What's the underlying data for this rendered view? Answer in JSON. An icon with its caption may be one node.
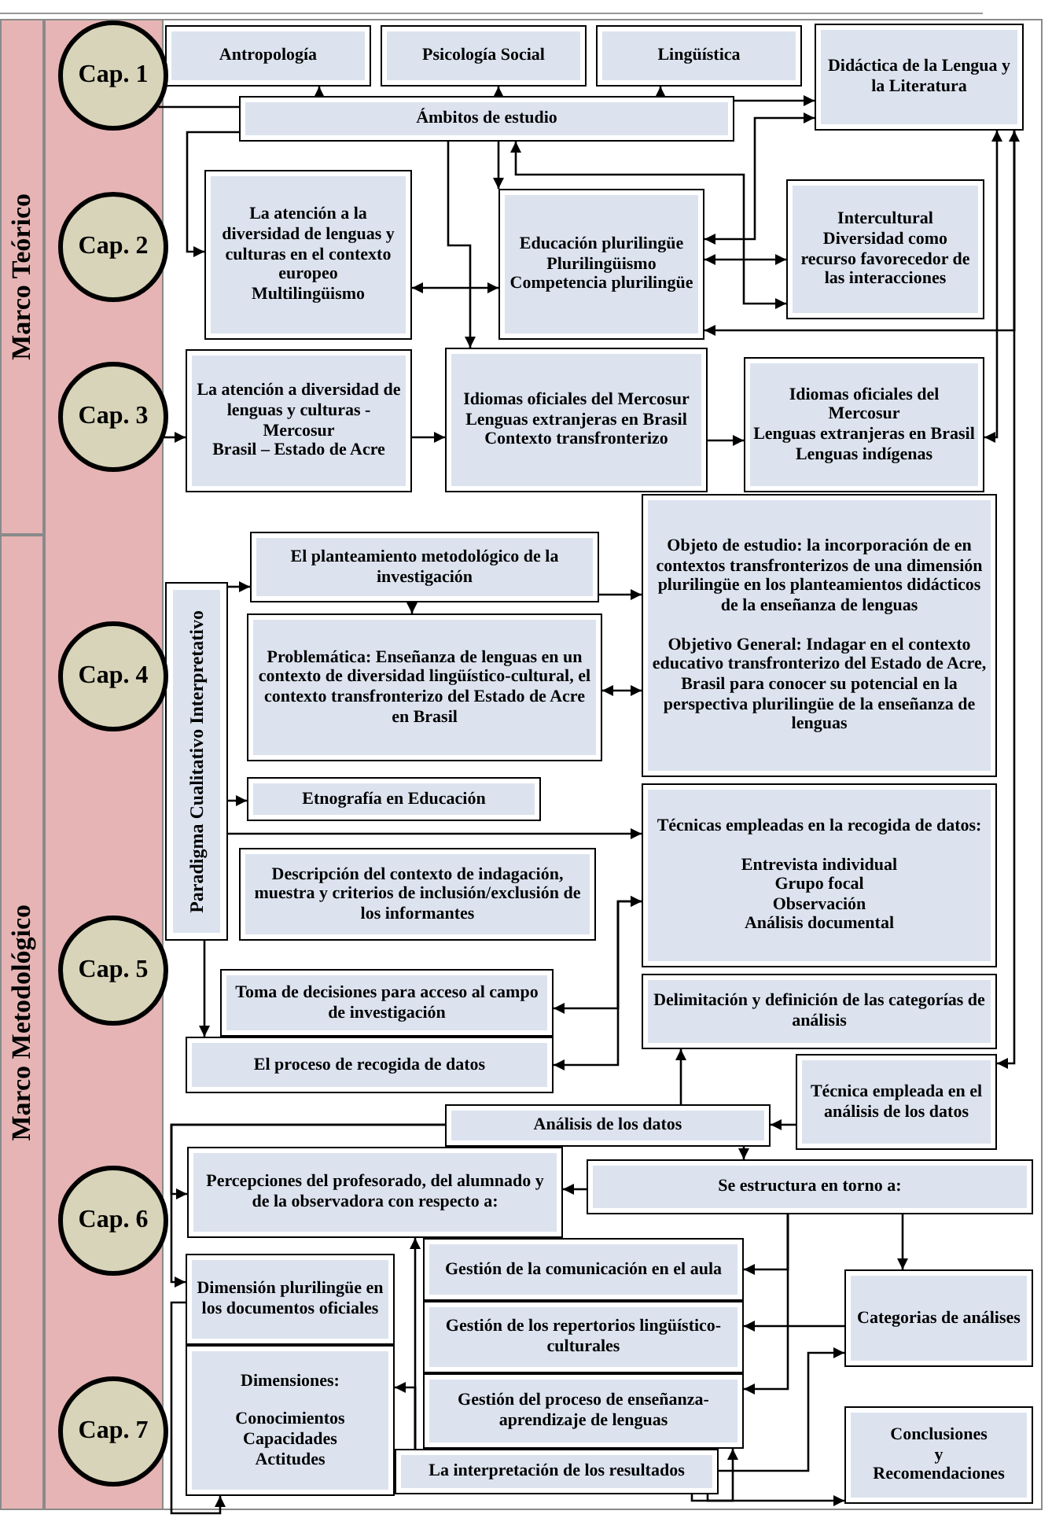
{
  "diagram": {
    "nodes": [
      {
        "text": [
          "Marco Teórico"
        ]
      },
      {
        "text": [
          "Marco Metodológico"
        ]
      },
      {
        "text": [
          "Cap. 1"
        ]
      },
      {
        "text": [
          "Cap. 2"
        ]
      },
      {
        "text": [
          "Cap. 3"
        ]
      },
      {
        "text": [
          "Cap. 4"
        ]
      },
      {
        "text": [
          "Cap. 5"
        ]
      },
      {
        "text": [
          "Cap. 6"
        ]
      },
      {
        "text": [
          "Cap. 7"
        ]
      },
      {
        "text": [
          "Antropología"
        ]
      },
      {
        "text": [
          "Psicología Social"
        ]
      },
      {
        "text": [
          "Lingüística"
        ]
      },
      {
        "text": [
          "Didáctica de la Lengua y la Literatura"
        ]
      },
      {
        "text": [
          "Ámbitos de estudio"
        ]
      },
      {
        "text": [
          "La atención a la diversidad de lenguas y culturas en el contexto europeo",
          "Multilingüismo"
        ]
      },
      {
        "text": [
          "Educación plurilingüe",
          "Plurilingüismo",
          "Competencia plurilingüe"
        ]
      },
      {
        "text": [
          "Intercultural",
          "Diversidad como recurso favorecedor de las interacciones"
        ]
      },
      {
        "text": [
          "La atención a diversidad de lenguas y culturas - Mercosur",
          "Brasil – Estado de Acre"
        ]
      },
      {
        "text": [
          "Idiomas oficiales del Mercosur",
          "Lenguas extranjeras en Brasil",
          "Contexto transfronterizo"
        ]
      },
      {
        "text": [
          "Idiomas oficiales del Mercosur",
          "Lenguas extranjeras en Brasil",
          "Lenguas indígenas"
        ]
      },
      {
        "text": [
          "Paradigma Cualitativo Interpretativo"
        ]
      },
      {
        "text": [
          "El planteamiento metodológico de la investigación"
        ]
      },
      {
        "text": [
          "Objeto de estudio: la incorporación de en contextos transfronterizos de una dimensión plurilingüe en los planteamientos didácticos de la enseñanza de lenguas",
          "Objetivo General: Indagar en el contexto educativo transfronterizo del Estado de Acre, Brasil para conocer su potencial en la perspectiva plurilingüe de la enseñanza de lenguas"
        ]
      },
      {
        "text": [
          "Problemática: Enseñanza de lenguas en un contexto de diversidad lingüístico-cultural, el contexto transfronterizo del Estado de Acre en Brasil"
        ]
      },
      {
        "text": [
          "Etnografía en Educación"
        ]
      },
      {
        "text": [
          "Técnicas empleadas en la recogida de datos:",
          "Entrevista individual",
          "Grupo focal",
          "Observación",
          "Análisis documental"
        ]
      },
      {
        "text": [
          "Descripción del contexto de indagación, muestra y criterios de inclusión/exclusión de los informantes"
        ]
      },
      {
        "text": [
          "Toma de decisiones para acceso al campo de investigación"
        ]
      },
      {
        "text": [
          "Delimitación y definición de las categorías de análisis"
        ]
      },
      {
        "text": [
          "El proceso de recogida de datos"
        ]
      },
      {
        "text": [
          "Técnica empleada en el análisis de los datos"
        ]
      },
      {
        "text": [
          "Análisis de los datos"
        ]
      },
      {
        "text": [
          "Percepciones del profesorado, del alumnado y de la observadora con respecto a:"
        ]
      },
      {
        "text": [
          "Se estructura en torno a:"
        ]
      },
      {
        "text": [
          "Dimensión plurilingüe en los documentos oficiales"
        ]
      },
      {
        "text": [
          "Gestión de la comunicación en el aula"
        ]
      },
      {
        "text": [
          "Categorias de análises"
        ]
      },
      {
        "text": [
          "Gestión de los repertorios lingüístico-culturales"
        ]
      },
      {
        "text": [
          "Dimensiones:",
          "Conocimientos",
          "Capacidades",
          "Actitudes"
        ]
      },
      {
        "text": [
          "Gestión del proceso de enseñanza-aprendizaje de lenguas"
        ]
      },
      {
        "text": [
          "Conclusiones",
          "y",
          "Recomendaciones"
        ]
      },
      {
        "text": [
          "La interpretación de los resultados"
        ]
      }
    ],
    "edges": [
      {
        "from": 13,
        "to": 9,
        "arrow": "to"
      },
      {
        "from": 13,
        "to": 10,
        "arrow": "to"
      },
      {
        "from": 13,
        "to": 11,
        "arrow": "to"
      },
      {
        "from": 13,
        "to": 12,
        "arrow": "to"
      },
      {
        "from": 2,
        "to": 13,
        "arrow": "none"
      },
      {
        "from": 13,
        "to": 14,
        "arrow": "to"
      },
      {
        "from": 13,
        "to": 15,
        "arrow": "to"
      },
      {
        "from": 13,
        "to": 16,
        "arrow": "both"
      },
      {
        "from": 13,
        "to": 18,
        "arrow": "to"
      },
      {
        "from": 15,
        "to": 12,
        "arrow": "both"
      },
      {
        "from": 15,
        "to": 16,
        "arrow": "both"
      },
      {
        "from": 14,
        "to": 15,
        "arrow": "both"
      },
      {
        "from": 12,
        "to": 15,
        "arrow": "to"
      },
      {
        "from": 19,
        "to": 12,
        "arrow": "both"
      },
      {
        "from": 30,
        "to": 12,
        "arrow": "both"
      },
      {
        "from": 4,
        "to": 17,
        "arrow": "to"
      },
      {
        "from": 17,
        "to": 18,
        "arrow": "to"
      },
      {
        "from": 18,
        "to": 19,
        "arrow": "to"
      },
      {
        "from": 20,
        "to": 21,
        "arrow": "to"
      },
      {
        "from": 20,
        "to": 24,
        "arrow": "to"
      },
      {
        "from": 20,
        "to": 25,
        "arrow": "to"
      },
      {
        "from": 21,
        "to": 23,
        "arrow": "to"
      },
      {
        "from": 21,
        "to": 22,
        "arrow": "to"
      },
      {
        "from": 23,
        "to": 22,
        "arrow": "both"
      },
      {
        "from": 20,
        "to": 29,
        "arrow": "to"
      },
      {
        "from": 25,
        "to": 27,
        "arrow": "both"
      },
      {
        "from": 25,
        "to": 29,
        "arrow": "both"
      },
      {
        "from": 31,
        "to": 28,
        "arrow": "to"
      },
      {
        "from": 30,
        "to": 31,
        "arrow": "to"
      },
      {
        "from": 31,
        "to": 33,
        "arrow": "to"
      },
      {
        "from": 31,
        "to": 32,
        "arrow": "to"
      },
      {
        "from": 31,
        "to": 34,
        "arrow": "to"
      },
      {
        "from": 33,
        "to": 32,
        "arrow": "to"
      },
      {
        "from": 33,
        "to": 35,
        "arrow": "to"
      },
      {
        "from": 36,
        "to": 37,
        "arrow": "to"
      },
      {
        "from": 33,
        "to": 39,
        "arrow": "to"
      },
      {
        "from": 33,
        "to": 36,
        "arrow": "to"
      },
      {
        "from": 41,
        "to": 36,
        "arrow": "to"
      },
      {
        "from": 41,
        "to": 32,
        "arrow": "to"
      },
      {
        "from": 41,
        "to": 38,
        "arrow": "to"
      },
      {
        "from": 41,
        "to": 40,
        "arrow": "to"
      },
      {
        "from": 41,
        "to": 39,
        "arrow": "to"
      },
      {
        "from": 34,
        "to": 38,
        "arrow": "to"
      }
    ]
  }
}
